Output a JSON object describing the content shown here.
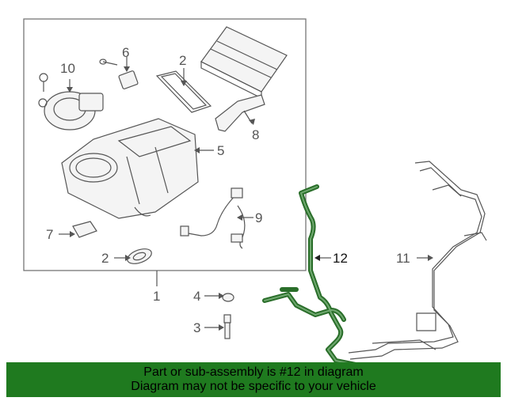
{
  "callouts": {
    "c1": "1",
    "c2a": "2",
    "c2b": "2",
    "c3": "3",
    "c4": "4",
    "c5": "5",
    "c6": "6",
    "c7": "7",
    "c8": "8",
    "c9": "9",
    "c10": "10",
    "c11": "11",
    "c12": "12"
  },
  "footer": {
    "line1": "Part or sub-assembly is #12 in diagram",
    "line2": "Diagram may not be specific to your vehicle"
  },
  "colors": {
    "highlight": "#2a6e2a",
    "banner": "#1f7a1f"
  }
}
